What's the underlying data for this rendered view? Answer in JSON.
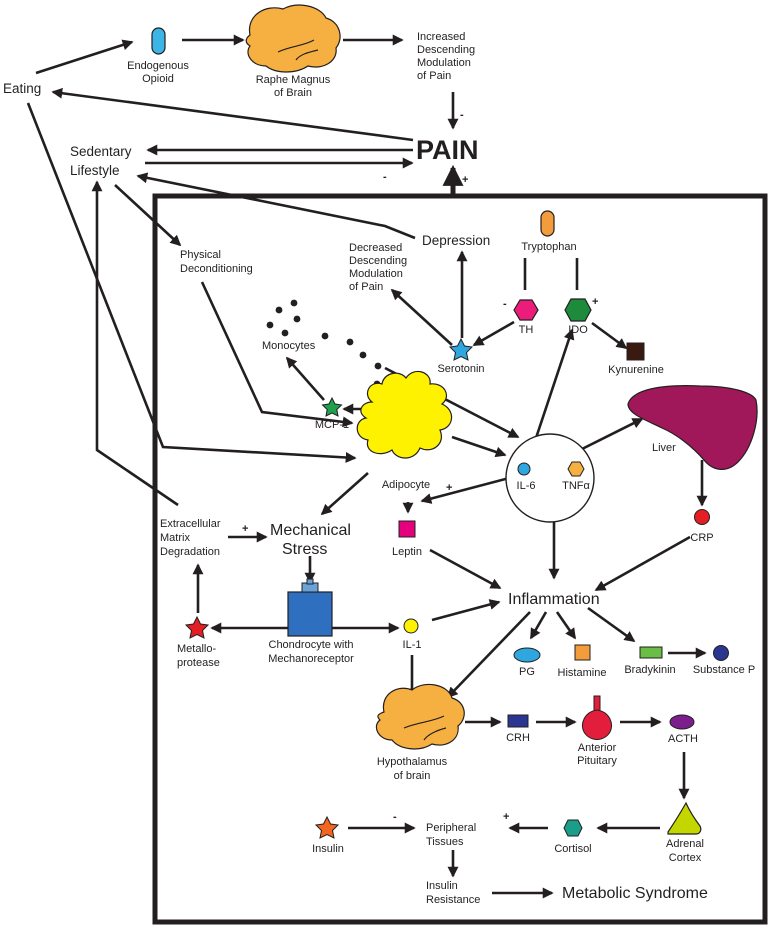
{
  "labels": {
    "eating": "Eating",
    "endogenous_opioid_1": "Endogenous",
    "endogenous_opioid_2": "Opioid",
    "raphe_1": "Raphe Magnus",
    "raphe_2": "of Brain",
    "increased_1": "Increased",
    "increased_2": "Descending",
    "increased_3": "Modulation",
    "increased_4": "of Pain",
    "pain": "PAIN",
    "sedentary_1": "Sedentary",
    "sedentary_2": "Lifestyle",
    "physical_1": "Physical",
    "physical_2": "Deconditioning",
    "depression": "Depression",
    "tryptophan": "Tryptophan",
    "decreased_1": "Decreased",
    "decreased_2": "Descending",
    "decreased_3": "Modulation",
    "decreased_4": "of Pain",
    "th": "TH",
    "ido": "IDO",
    "serotonin": "Serotonin",
    "kynurenine": "Kynurenine",
    "monocytes": "Monocytes",
    "mcp1": "MCP-1",
    "adipocyte": "Adipocyte",
    "liver": "Liver",
    "il6": "IL-6",
    "tnfa": "TNFα",
    "crp": "CRP",
    "ecm_1": "Extracellular",
    "ecm_2": "Matrix",
    "ecm_3": "Degradation",
    "mechanical_1": "Mechanical",
    "mechanical_2": "Stress",
    "leptin": "Leptin",
    "inflammation": "Inflammation",
    "metallo_1": "Metallo-",
    "metallo_2": "protease",
    "chondrocyte_1": "Chondrocyte with",
    "chondrocyte_2": "Mechanoreceptor",
    "il1": "IL-1",
    "pg": "PG",
    "histamine": "Histamine",
    "bradykinin": "Bradykinin",
    "substance_p": "Substance P",
    "hypothalamus_1": "Hypothalamus",
    "hypothalamus_2": "of brain",
    "crh": "CRH",
    "anterior_1": "Anterior",
    "anterior_2": "Pituitary",
    "acth": "ACTH",
    "adrenal_1": "Adrenal",
    "adrenal_2": "Cortex",
    "insulin": "Insulin",
    "peripheral_1": "Peripheral",
    "peripheral_2": "Tissues",
    "cortisol": "Cortisol",
    "insulin_res_1": "Insulin",
    "insulin_res_2": "Resistance",
    "metabolic": "Metabolic Syndrome"
  },
  "signs": {
    "minus": "-",
    "plus": "+"
  },
  "colors": {
    "opioid": "#3cb4e5",
    "brain": "#f5b041",
    "tryptophan": "#f39c3c",
    "th": "#ec1c7a",
    "ido": "#1e8a3c",
    "serotonin": "#2ea6e0",
    "kynurenine": "#3a1a10",
    "mcp1": "#1fa04a",
    "adipocyte": "#fff200",
    "liver": "#a0185a",
    "il6": "#2ea6e0",
    "tnfa": "#f5b041",
    "crp": "#e31e24",
    "leptin": "#e5007e",
    "metalloprotease": "#e31e24",
    "chondrocyte": "#2f6fbf",
    "il1": "#fff200",
    "pg": "#2ea6e0",
    "histamine": "#f39c3c",
    "bradykinin": "#6abd45",
    "substance_p": "#2b3690",
    "crh": "#2b3690",
    "anterior_pituitary": "#e31e3c",
    "acth": "#7a1f8c",
    "adrenal": "#c4d600",
    "insulin": "#f26522",
    "cortisol": "#1a9e8a"
  }
}
